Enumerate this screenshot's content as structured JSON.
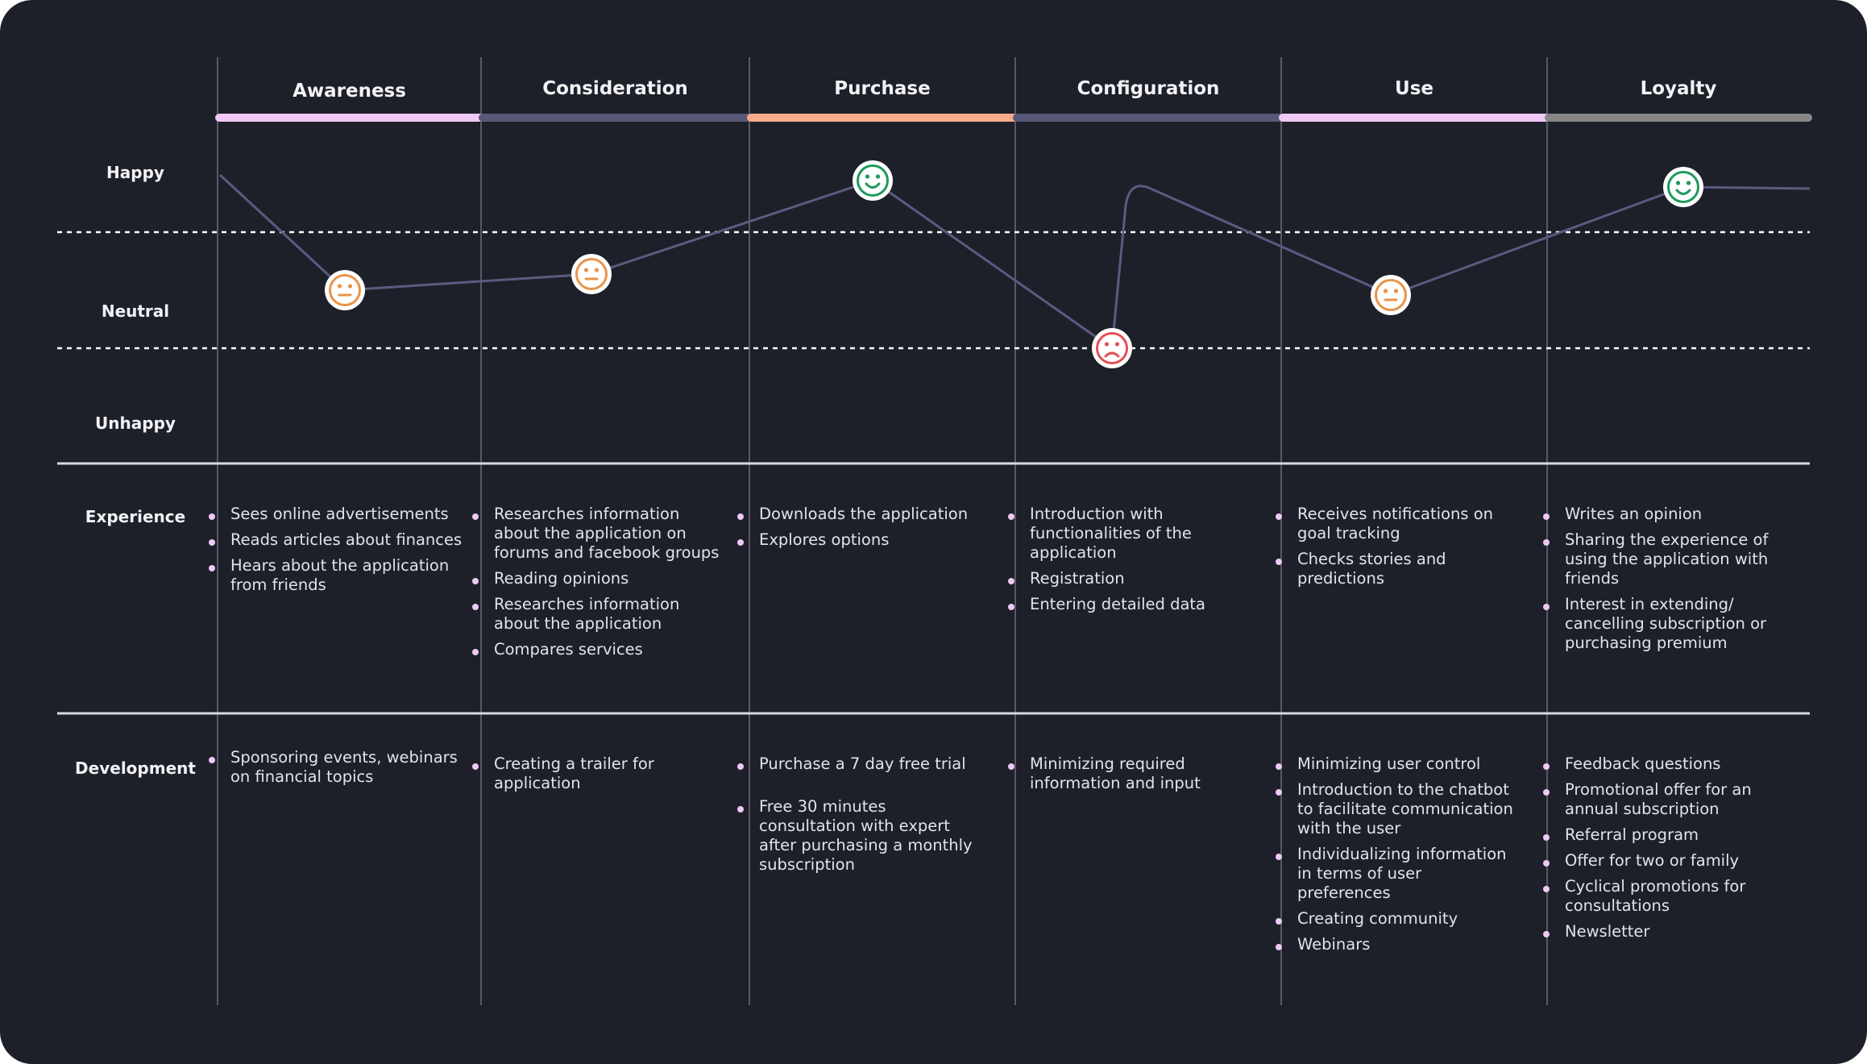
{
  "stages": [
    {
      "title": "Awareness",
      "bar_color": "#f0c8f8"
    },
    {
      "title": "Consideration",
      "bar_color": "#5a5878"
    },
    {
      "title": "Purchase",
      "bar_color": "#f8ab8a"
    },
    {
      "title": "Configuration",
      "bar_color": "#5a5878"
    },
    {
      "title": "Use",
      "bar_color": "#f0c8f8"
    },
    {
      "title": "Loyalty",
      "bar_color": "#8a8586"
    }
  ],
  "row_labels": {
    "happy": "Happy",
    "neutral": "Neutral",
    "unhappy": "Unhappy",
    "experience": "Experience",
    "development": "Development"
  },
  "emotion_points": [
    {
      "stage": "Awareness",
      "mood": "neutral",
      "icon": "neutral-face-icon"
    },
    {
      "stage": "Consideration",
      "mood": "neutral",
      "icon": "neutral-face-icon"
    },
    {
      "stage": "Purchase",
      "mood": "happy",
      "icon": "smiley-face-icon"
    },
    {
      "stage": "Configuration",
      "mood": "unhappy",
      "icon": "sad-face-icon"
    },
    {
      "stage": "Use",
      "mood": "neutral",
      "icon": "neutral-face-icon"
    },
    {
      "stage": "Loyalty",
      "mood": "happy",
      "icon": "smiley-face-icon"
    }
  ],
  "experience": [
    [
      "Sees online advertisements",
      "Reads articles about finances",
      "Hears about the application from friends"
    ],
    [
      "Researches information about the application on forums and facebook groups",
      "Reading opinions",
      "Researches information about the application",
      "Compares services"
    ],
    [
      "Downloads the application",
      "Explores options"
    ],
    [
      "Introduction with functionalities of the application",
      "Registration",
      "Entering detailed data"
    ],
    [
      "Receives notifications on goal tracking",
      "Checks stories and predictions"
    ],
    [
      "Writes an opinion",
      "Sharing the experience of using the application with friends",
      "Interest in extending/ cancelling subscription or purchasing premium"
    ]
  ],
  "development": [
    [
      "Sponsoring events, webinars on financial topics"
    ],
    [
      "Creating a trailer for application"
    ],
    [
      "Purchase a 7 day free trial",
      "Free 30 minutes consultation with expert after purchasing a monthly subscription"
    ],
    [
      "Minimizing required information and input"
    ],
    [
      "Minimizing user control",
      "Introduction to the chatbot to facilitate communication with the user",
      "Individualizing information in terms of user preferences",
      "Creating community",
      "Webinars"
    ],
    [
      "Feedback questions",
      "Promotional offer for an annual subscription",
      "Referral program",
      "Offer for two or family",
      "Cyclical promotions for consultations",
      "Newsletter"
    ]
  ],
  "colors": {
    "background": "#1d2029",
    "text": "#f2f2f4",
    "bullet": "#eec9f5",
    "emotion_line": "#5d5a80",
    "happy": "#1f9a5c",
    "neutral": "#e8944a",
    "unhappy": "#e0525a"
  }
}
